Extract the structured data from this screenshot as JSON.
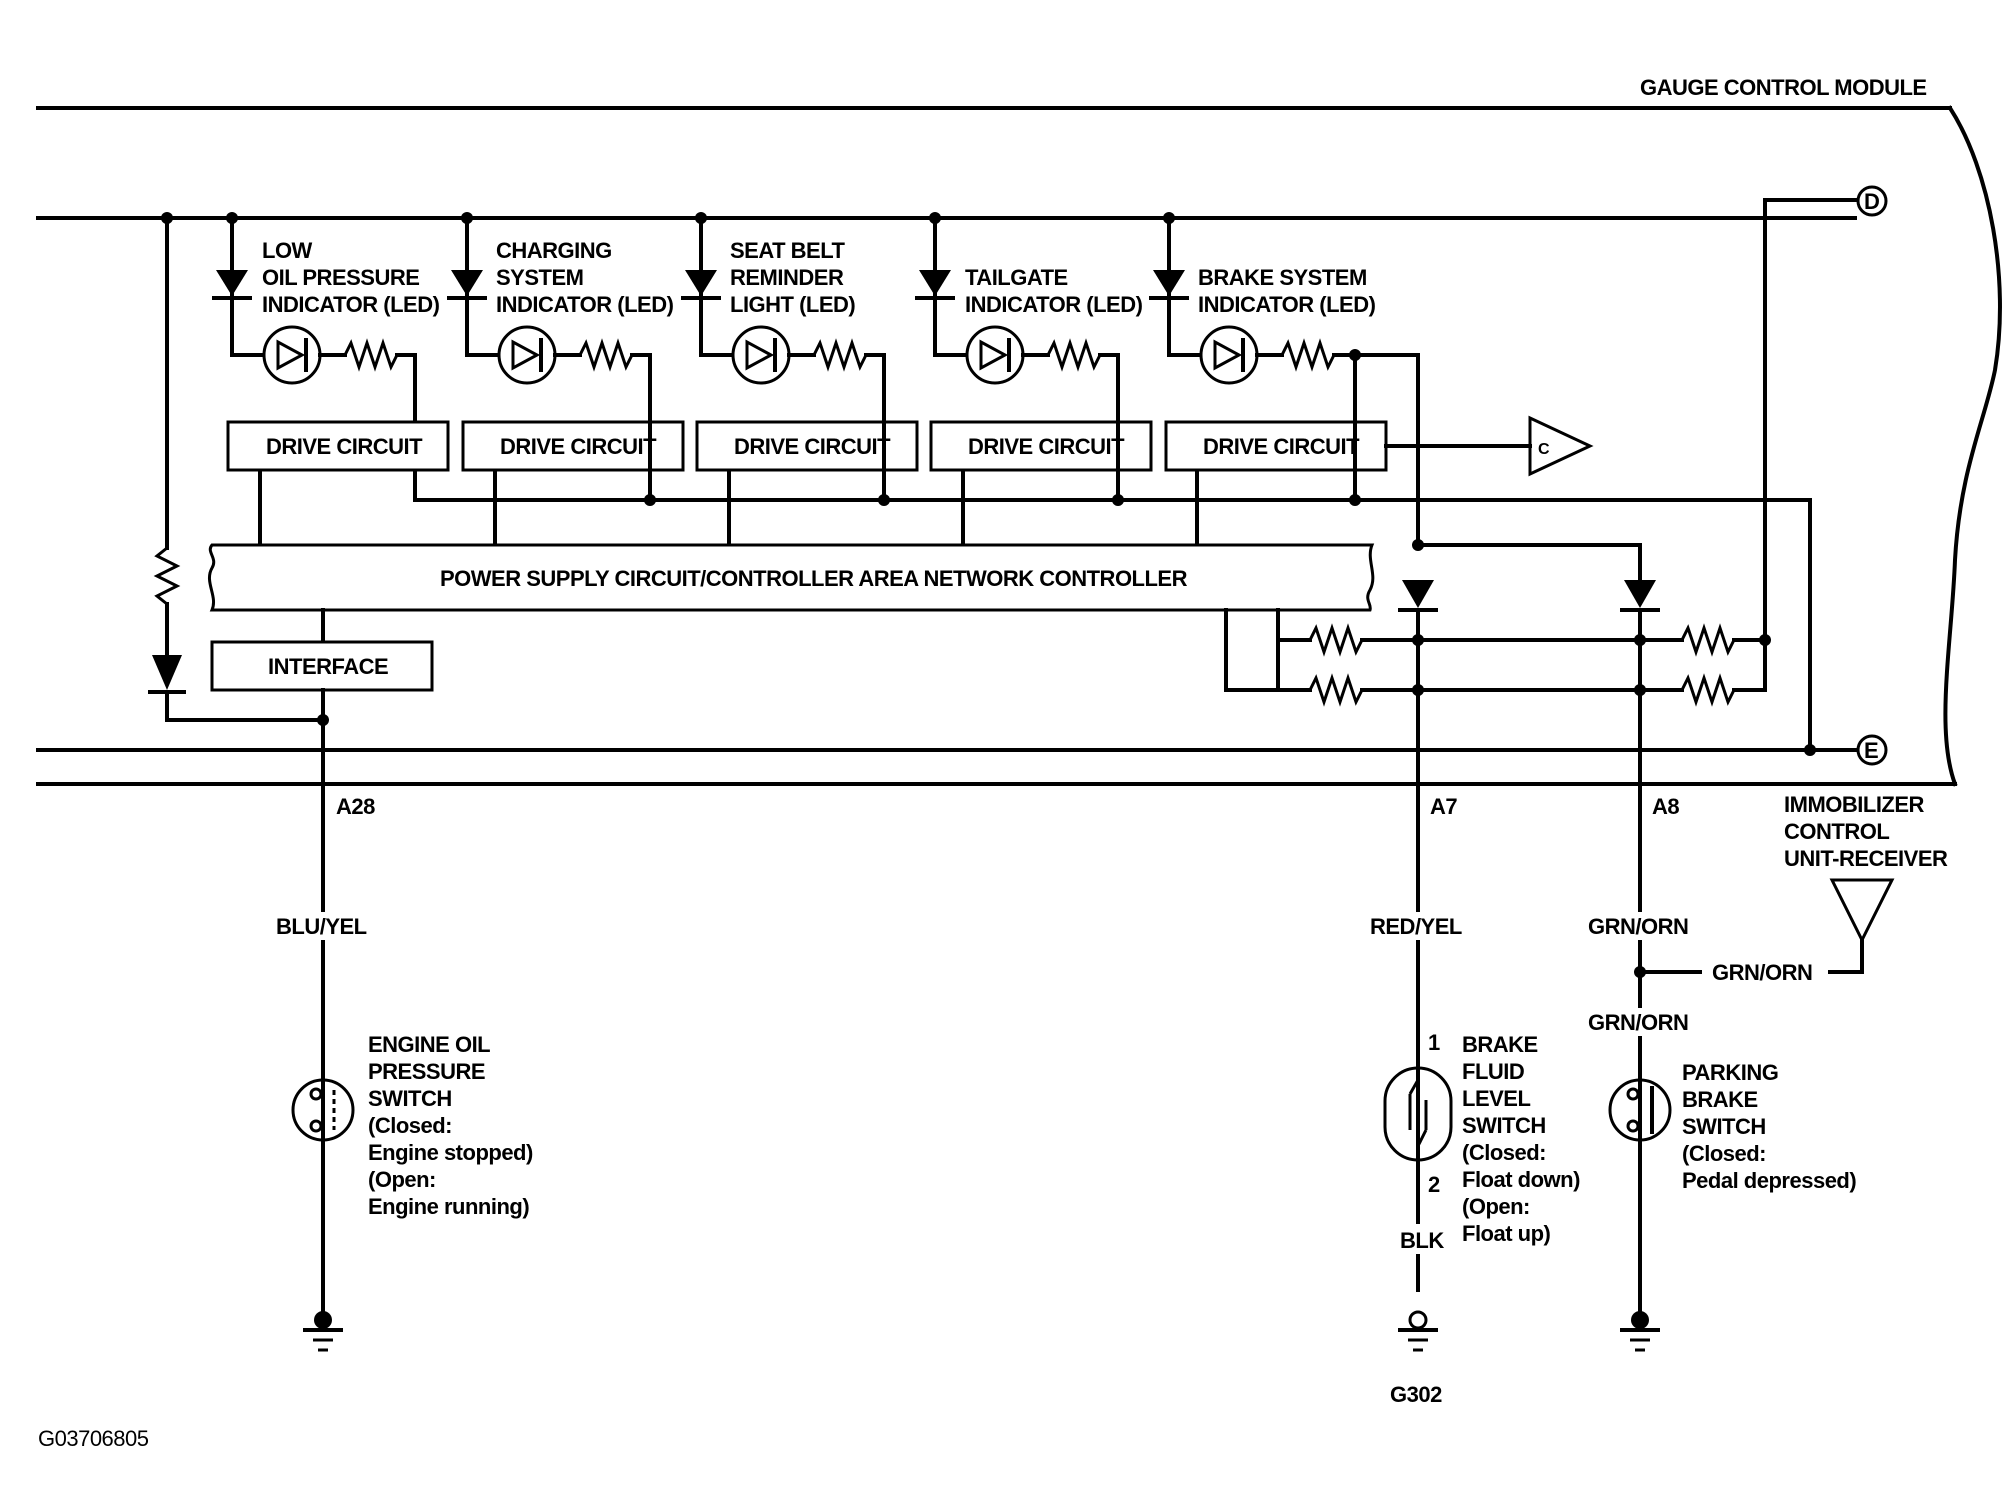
{
  "module_title": "GAUGE CONTROL MODULE",
  "connectors": {
    "d": "D",
    "e": "E",
    "c": "C"
  },
  "indicators": [
    {
      "lines": [
        "LOW",
        "OIL PRESSURE",
        "INDICATOR (LED)"
      ]
    },
    {
      "lines": [
        "CHARGING",
        "SYSTEM",
        "INDICATOR (LED)"
      ]
    },
    {
      "lines": [
        "SEAT BELT",
        "REMINDER",
        "LIGHT (LED)"
      ]
    },
    {
      "lines": [
        "TAILGATE",
        "INDICATOR (LED)"
      ]
    },
    {
      "lines": [
        "BRAKE SYSTEM",
        "INDICATOR (LED)"
      ]
    }
  ],
  "drive_circuit_label": "DRIVE CIRCUIT",
  "controller_label": "POWER SUPPLY CIRCUIT/CONTROLLER AREA NETWORK CONTROLLER",
  "interface_label": "INTERFACE",
  "terminals": {
    "a28": "A28",
    "a7": "A7",
    "a8": "A8"
  },
  "wires": {
    "blu_yel": "BLU/YEL",
    "red_yel": "RED/YEL",
    "grn_orn_1": "GRN/ORN",
    "grn_orn_2": "GRN/ORN",
    "grn_orn_3": "GRN/ORN",
    "blk": "BLK"
  },
  "immobilizer": {
    "lines": [
      "IMMOBILIZER",
      "CONTROL",
      "UNIT-RECEIVER"
    ]
  },
  "engine_oil_switch": {
    "lines": [
      "ENGINE OIL",
      "PRESSURE",
      "SWITCH",
      "(Closed:",
      "Engine stopped)",
      "(Open:",
      "Engine running)"
    ]
  },
  "brake_fluid_switch": {
    "pin1": "1",
    "pin2": "2",
    "lines": [
      "BRAKE",
      "FLUID",
      "LEVEL",
      "SWITCH",
      "(Closed:",
      "Float down)",
      "(Open:",
      "Float up)"
    ]
  },
  "parking_brake_switch": {
    "lines": [
      "PARKING",
      "BRAKE",
      "SWITCH",
      "(Closed:",
      "Pedal depressed)"
    ]
  },
  "ground_label": "G302",
  "figure_id": "G03706805"
}
